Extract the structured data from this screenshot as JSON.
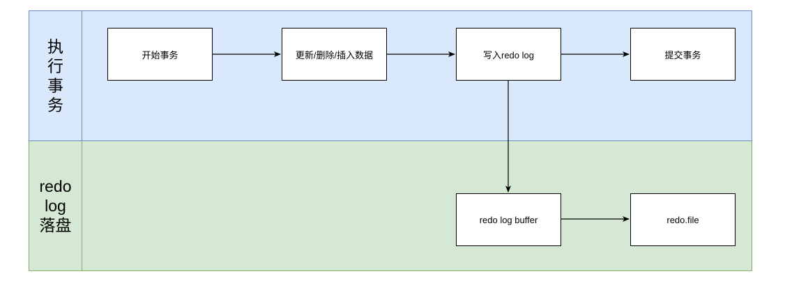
{
  "lanes": [
    {
      "title": "执\n行\n事\n务"
    },
    {
      "title": "redo\nlog\n落盘"
    }
  ],
  "nodes": {
    "start": "开始事务",
    "update": "更新/删除/插入数据",
    "write_redo": "写入redo log",
    "commit": "提交事务",
    "buffer": "redo log buffer",
    "file": "redo.file"
  },
  "colors": {
    "lane_top_fill": "#dae8fc",
    "lane_top_stroke": "#6c8ebf",
    "lane_bottom_fill": "#d5e8d4",
    "lane_bottom_stroke": "#82b366"
  }
}
